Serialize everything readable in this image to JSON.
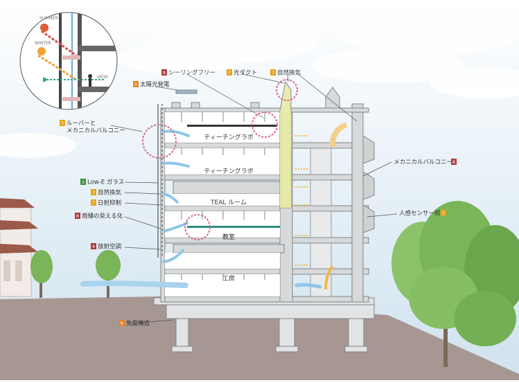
{
  "rooms": {
    "teaching_lab_1": "ティーチングラボ",
    "teaching_lab_2": "ティーチングラボ",
    "teal_room": "TEAL ルーム",
    "classroom": "教室",
    "workshop": "工房"
  },
  "callouts": {
    "sealing_free": {
      "num": "8",
      "text": "シーリングフリー",
      "color": "#b23a3a"
    },
    "light_duct": {
      "num": "7",
      "text": "光ダクト",
      "color": "#e8a21a"
    },
    "natural_vent_top": {
      "num": "7",
      "text": "自然換気",
      "color": "#e8a21a"
    },
    "solar_power": {
      "num": "9",
      "text": "太陽光発電",
      "color": "#e8821a"
    },
    "louver_balcony": {
      "num": "7",
      "text1": "ルーバーと",
      "text2": "メカニカルバルコニー",
      "color": "#e8a21a"
    },
    "low_e": {
      "num": "3",
      "text": "Low-E ガラス",
      "color": "#3c8c3c"
    },
    "natural_vent_left": {
      "num": "7",
      "text": "自然換気",
      "color": "#e8a21a"
    },
    "solar_shading": {
      "num": "7",
      "text": "日射抑制",
      "color": "#e8a21a"
    },
    "rain_visible": {
      "num": "8",
      "text": "雨樋の見える化",
      "color": "#b23a3a"
    },
    "radiant_cooling": {
      "num": "4",
      "text": "放射空調",
      "color": "#b23a3a"
    },
    "seismic_isolation": {
      "num": "9",
      "text": "免震構造",
      "color": "#e8821a"
    },
    "mechanical_balcony": {
      "num": "8",
      "text": "メカニカルバルコニー",
      "color": "#b23a3a"
    },
    "motion_lighting": {
      "num": "7",
      "text": "人感センサー照明",
      "color": "#e8a21a"
    }
  },
  "inset": {
    "summer": "SUMMER",
    "winter": "WINTER",
    "view": "VIEW"
  },
  "colors": {
    "sky": "#dce9f3",
    "ground": "#a79793",
    "structure": "#d7d9da",
    "structure_dark": "#7f8587",
    "air_arrow": "#8fc6e6",
    "light_arrow": "#f2b84b",
    "highlight_ring": "#d9658f",
    "tree": "#7ab55a"
  }
}
